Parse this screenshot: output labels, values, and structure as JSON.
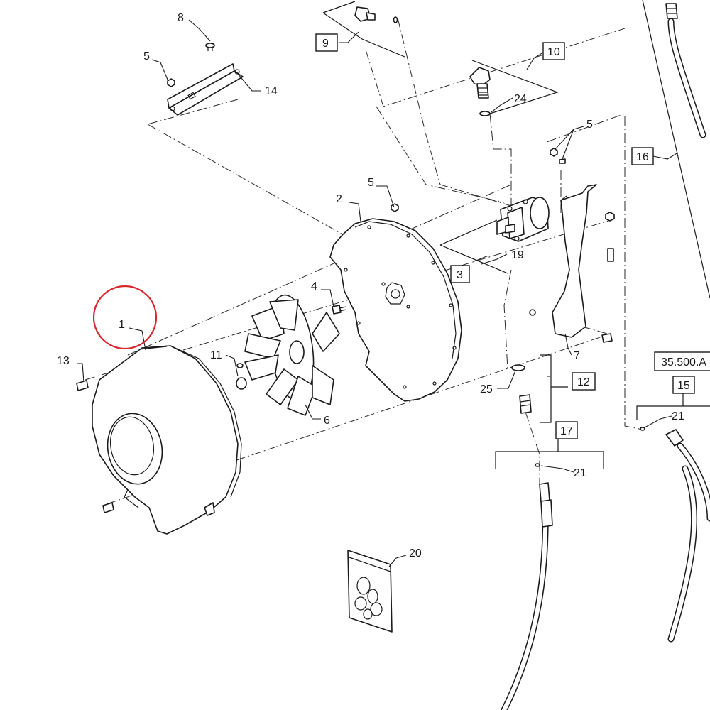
{
  "diagram": {
    "callouts": [
      {
        "id": "c1",
        "text": "1"
      },
      {
        "id": "c2",
        "text": "2"
      },
      {
        "id": "c3",
        "text": "3"
      },
      {
        "id": "c4",
        "text": "4"
      },
      {
        "id": "c5a",
        "text": "5"
      },
      {
        "id": "c5b",
        "text": "5"
      },
      {
        "id": "c5c",
        "text": "5"
      },
      {
        "id": "c6",
        "text": "6"
      },
      {
        "id": "c7",
        "text": "7"
      },
      {
        "id": "c8",
        "text": "8"
      },
      {
        "id": "c9",
        "text": "9"
      },
      {
        "id": "c10",
        "text": "10"
      },
      {
        "id": "c11",
        "text": "11"
      },
      {
        "id": "c12",
        "text": "12"
      },
      {
        "id": "c13",
        "text": "13"
      },
      {
        "id": "c14",
        "text": "14"
      },
      {
        "id": "c15",
        "text": "15"
      },
      {
        "id": "c16",
        "text": "16"
      },
      {
        "id": "c17",
        "text": "17"
      },
      {
        "id": "c19",
        "text": "19"
      },
      {
        "id": "c20",
        "text": "20"
      },
      {
        "id": "c21a",
        "text": "21"
      },
      {
        "id": "c21b",
        "text": "21"
      },
      {
        "id": "c24",
        "text": "24"
      },
      {
        "id": "c25",
        "text": "25"
      }
    ],
    "reference_label": "35.500.A",
    "highlight_color": "#d9272e"
  }
}
